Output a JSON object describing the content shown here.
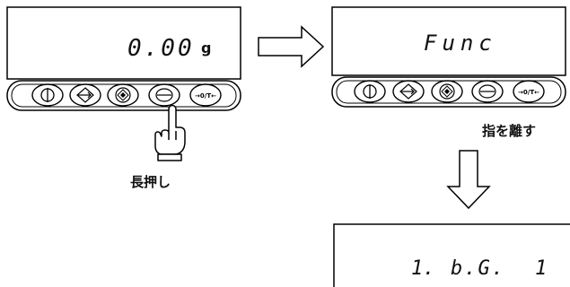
{
  "panel1": {
    "display": "0.00",
    "unit": "g",
    "keys": [
      "power-key",
      "print-key",
      "mode-key",
      "cal-key",
      "re-zero-key"
    ],
    "re_zero_label": "→0/T←"
  },
  "panel2": {
    "display": "Func",
    "keys": [
      "power-key",
      "print-key",
      "mode-key",
      "cal-key",
      "re-zero-key"
    ],
    "re_zero_label": "→0/T←"
  },
  "panel3": {
    "display_left": "1.",
    "display_mid": "b.G.",
    "display_right": "1"
  },
  "captions": {
    "long_press": "長押し",
    "release_finger": "指を離す"
  },
  "arrows": {
    "right": "hollow-right-arrow",
    "down": "hollow-down-arrow"
  },
  "icons": {
    "hand": "pointing-hand-icon"
  }
}
